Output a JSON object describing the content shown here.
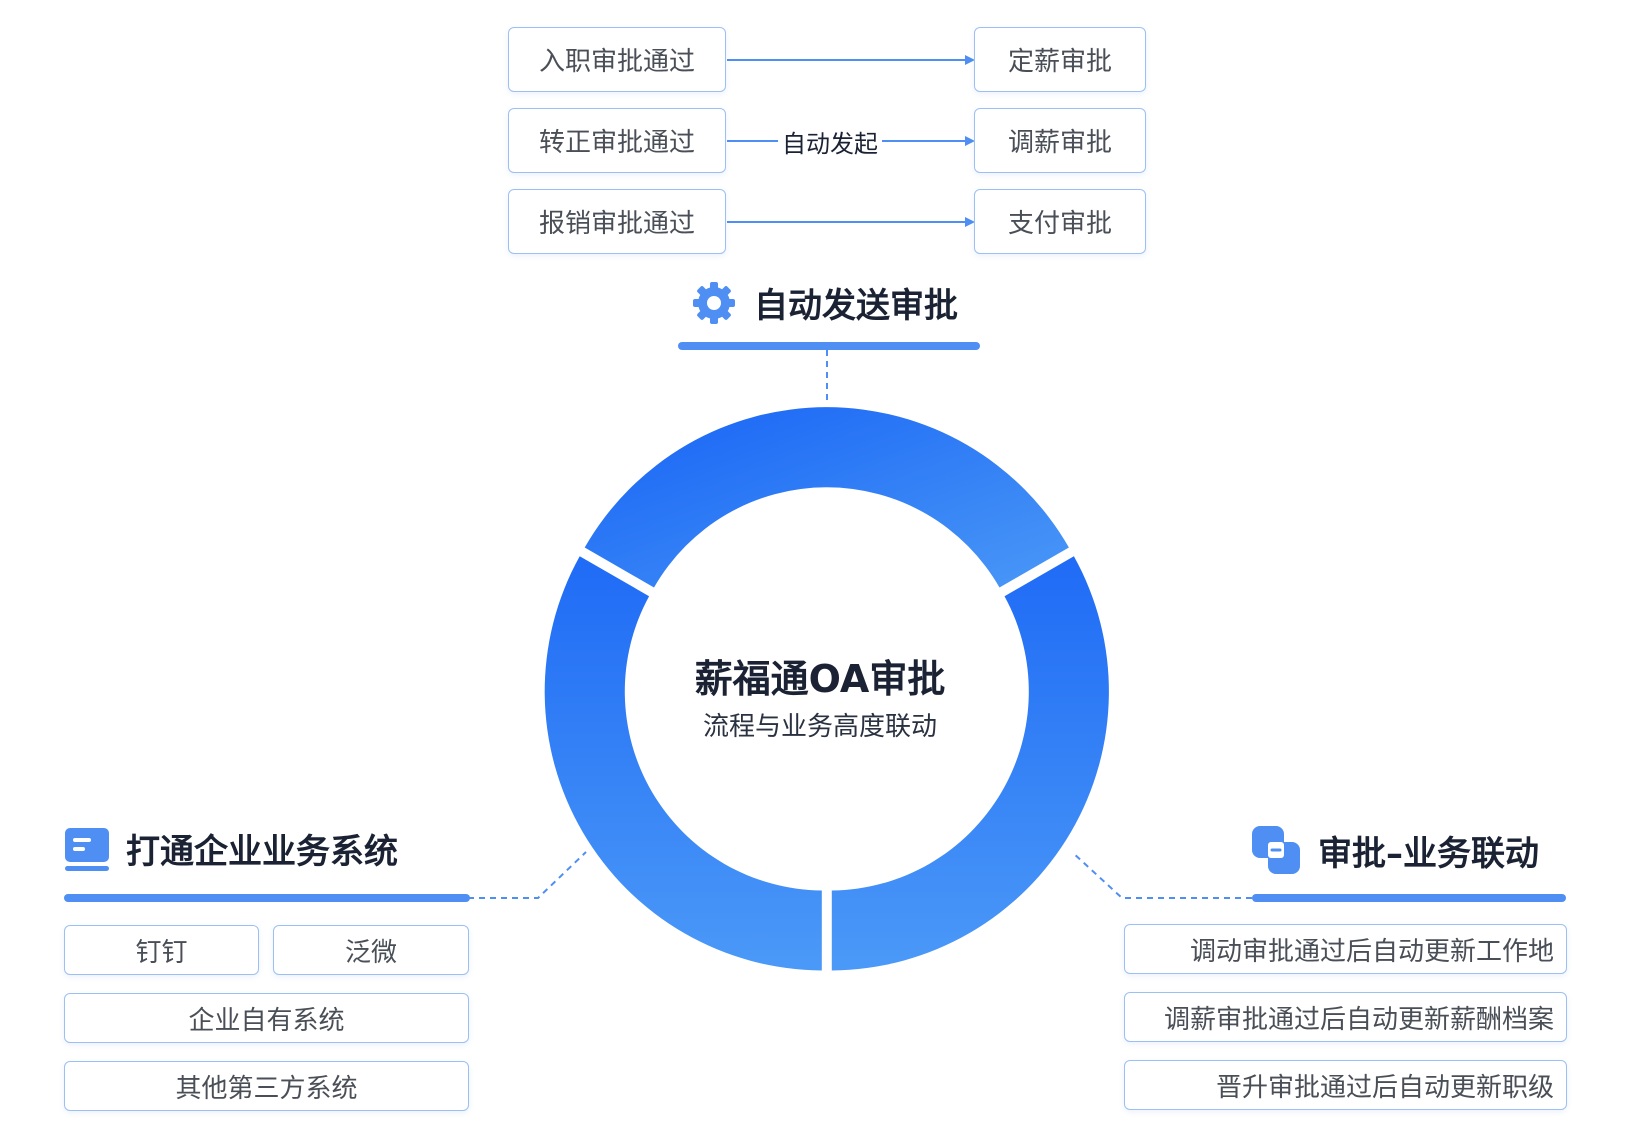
{
  "top": {
    "left_boxes": [
      "入职审批通过",
      "转正审批通过",
      "报销审批通过"
    ],
    "right_boxes": [
      "定薪审批",
      "调薪审批",
      "支付审批"
    ],
    "arrow_label": "自动发起",
    "heading": "自动发送审批",
    "heading_icon": "gear-icon"
  },
  "center": {
    "title": "薪福通OA审批",
    "subtitle": "流程与业务高度联动"
  },
  "left": {
    "heading": "打通企业业务系统",
    "heading_icon": "document-icon",
    "items": [
      "钉钉",
      "泛微",
      "企业自有系统",
      "其他第三方系统"
    ]
  },
  "right": {
    "heading": "审批–业务联动",
    "heading_icon": "link-icon",
    "items": [
      "调动审批通过后自动更新工作地",
      "调薪审批通过后自动更新薪酬档案",
      "晋升审批通过后自动更新职级"
    ]
  },
  "colors": {
    "accent": "#4f8ff3",
    "ring_dark": "#1f6cf5",
    "ring_light": "#4a97f7",
    "border": "#9cc0f4",
    "heading_text": "#1a2233"
  }
}
